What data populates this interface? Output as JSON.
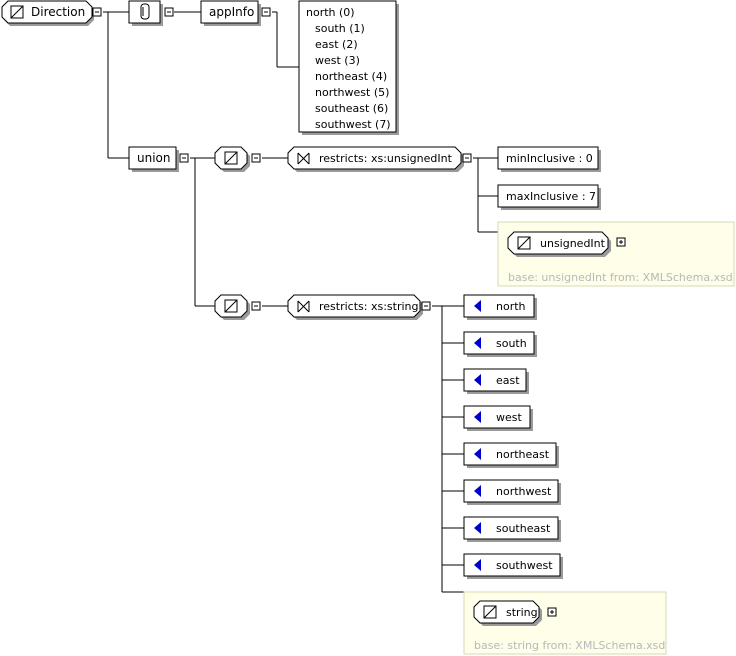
{
  "root": {
    "label": "Direction"
  },
  "annotation": {
    "appinfo_label": "appInfo",
    "lines": [
      "north (0)",
      "south (1)",
      "east (2)",
      "west (3)",
      "northeast (4)",
      "northwest (5)",
      "southeast (6)",
      "southwest (7)"
    ]
  },
  "union": {
    "label": "union"
  },
  "int_branch": {
    "restricts_label": "restricts: xs:unsignedInt",
    "facets": [
      "minInclusive : 0",
      "maxInclusive : 7"
    ],
    "base_type": "unsignedInt",
    "base_note": "base: unsignedInt from: XMLSchema.xsd"
  },
  "string_branch": {
    "restricts_label": "restricts: xs:string",
    "enumerations": [
      "north",
      "south",
      "east",
      "west",
      "northeast",
      "northwest",
      "southeast",
      "southwest"
    ],
    "base_type": "string",
    "base_note": "base: string from: XMLSchema.xsd"
  },
  "colors": {
    "enum_marker": "#0000cc",
    "base_box_fill": "#fefee9",
    "base_note_text": "#b8b8b8"
  }
}
